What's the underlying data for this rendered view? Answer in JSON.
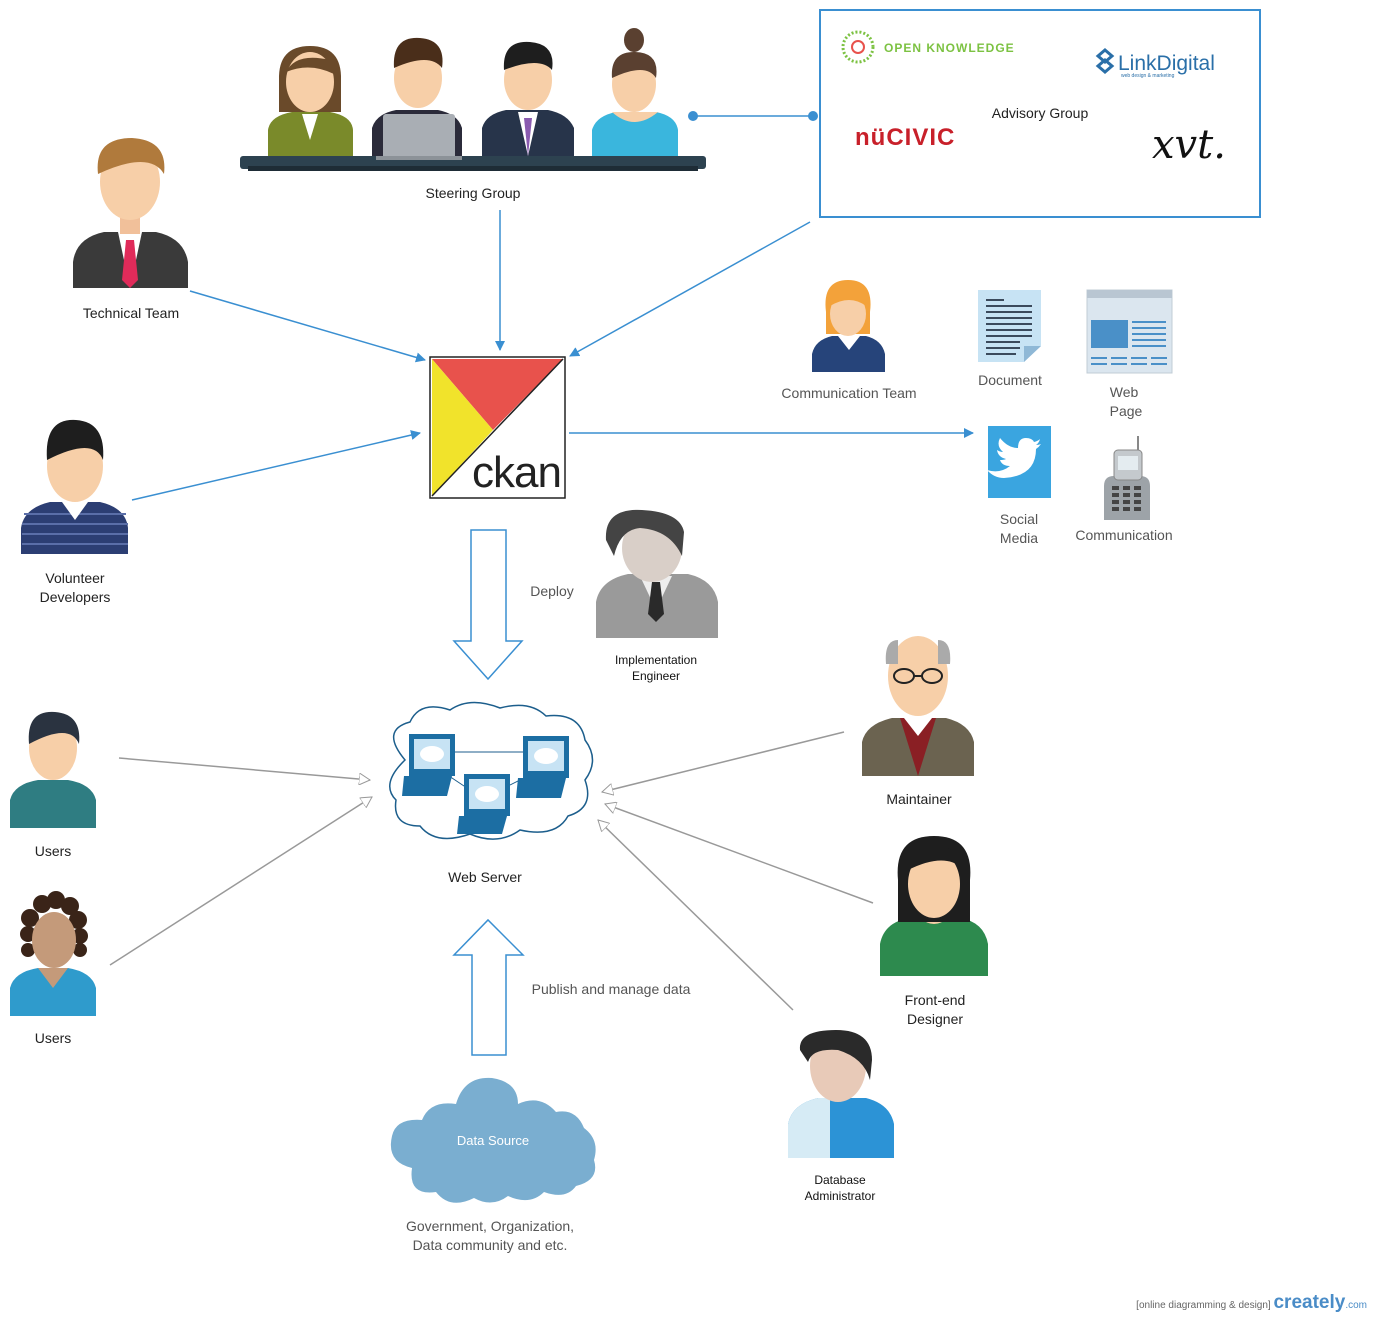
{
  "steering_group": {
    "label": "Steering Group"
  },
  "advisory_group": {
    "label": "Advisory Group",
    "logos": {
      "open_knowledge": "OPEN KNOWLEDGE",
      "link_digital": "LinkDigital",
      "link_digital_tagline": "web design & marketing",
      "nucivic": "nüCIVIC",
      "xvt": "xvt."
    }
  },
  "technical_team": {
    "label": "Technical Team"
  },
  "volunteer_developers": {
    "line1": "Volunteer",
    "line2": "Developers"
  },
  "ckan": {
    "label": "ckan"
  },
  "communication_team": {
    "label": "Communication Team"
  },
  "channels": {
    "document": "Document",
    "web_page_1": "Web",
    "web_page_2": "Page",
    "social_media_1": "Social",
    "social_media_2": "Media",
    "communication": "Communication"
  },
  "deploy": {
    "label": "Deploy"
  },
  "implementation_engineer": {
    "line1": "Implementation",
    "line2": "Engineer"
  },
  "web_server": {
    "label": "Web Server"
  },
  "users_1": {
    "label": "Users"
  },
  "users_2": {
    "label": "Users"
  },
  "maintainer": {
    "label": "Maintainer"
  },
  "frontend_designer": {
    "line1": "Front-end",
    "line2": "Designer"
  },
  "database_admin": {
    "line1": "Database",
    "line2": "Administrator"
  },
  "publish": {
    "label": "Publish and manage data"
  },
  "data_source": {
    "label": "Data Source",
    "caption1": "Government, Organization,",
    "caption2": "Data community and etc."
  },
  "footer": {
    "tag": "[online diagramming & design]",
    "brand": "creately",
    "suffix": ".com"
  },
  "colors": {
    "connector_blue": "#3a8fd1",
    "connector_grey": "#999999",
    "ckan_red": "#e8524c",
    "ckan_yellow": "#f1e32b",
    "twitter": "#3aa5e0",
    "cloud": "#7aaed0"
  }
}
